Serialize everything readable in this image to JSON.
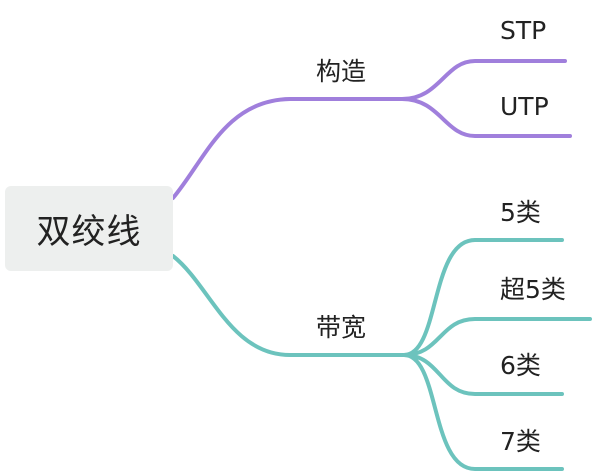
{
  "root": {
    "text": "双绞线"
  },
  "branches": [
    {
      "label": "构造",
      "color": "#a07fdc",
      "children": [
        "STP",
        "UTP"
      ]
    },
    {
      "label": "带宽",
      "color": "#6cc3bd",
      "children": [
        "5类",
        "超5类",
        "6类",
        "7类"
      ]
    }
  ]
}
